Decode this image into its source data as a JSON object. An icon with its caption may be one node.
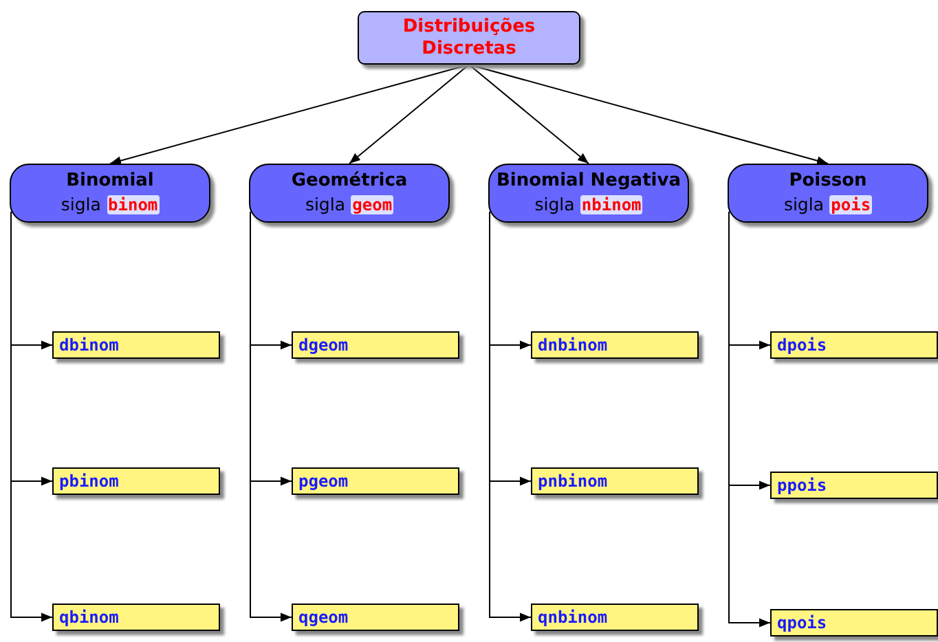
{
  "diagram": {
    "nodes": [
      {
        "text": [
          "Distribuições Discretas"
        ]
      },
      {
        "text": [
          "Binomial",
          "sigla",
          "binom"
        ]
      },
      {
        "text": [
          "Geométrica",
          "sigla",
          "geom"
        ]
      },
      {
        "text": [
          "Binomial Negativa",
          "sigla",
          "nbinom"
        ]
      },
      {
        "text": [
          "Poisson",
          "sigla",
          "pois"
        ]
      },
      {
        "text": [
          "dbinom"
        ]
      },
      {
        "text": [
          "dgeom"
        ]
      },
      {
        "text": [
          "dnbinom"
        ]
      },
      {
        "text": [
          "dpois"
        ]
      },
      {
        "text": [
          "pbinom"
        ]
      },
      {
        "text": [
          "pgeom"
        ]
      },
      {
        "text": [
          "pnbinom"
        ]
      },
      {
        "text": [
          "ppois"
        ]
      },
      {
        "text": [
          "qbinom"
        ]
      },
      {
        "text": [
          "qgeom"
        ]
      },
      {
        "text": [
          "qnbinom"
        ]
      },
      {
        "text": [
          "qpois"
        ]
      }
    ],
    "edges": [
      {
        "from": 0,
        "to": 1,
        "arrow": "to"
      },
      {
        "from": 0,
        "to": 2,
        "arrow": "to"
      },
      {
        "from": 0,
        "to": 3,
        "arrow": "to"
      },
      {
        "from": 0,
        "to": 4,
        "arrow": "to"
      },
      {
        "from": 1,
        "to": 5,
        "arrow": "to"
      },
      {
        "from": 1,
        "to": 9,
        "arrow": "to"
      },
      {
        "from": 1,
        "to": 13,
        "arrow": "to"
      },
      {
        "from": 2,
        "to": 6,
        "arrow": "to"
      },
      {
        "from": 2,
        "to": 10,
        "arrow": "to"
      },
      {
        "from": 2,
        "to": 14,
        "arrow": "to"
      },
      {
        "from": 3,
        "to": 7,
        "arrow": "to"
      },
      {
        "from": 3,
        "to": 11,
        "arrow": "to"
      },
      {
        "from": 3,
        "to": 15,
        "arrow": "to"
      },
      {
        "from": 4,
        "to": 8,
        "arrow": "to"
      },
      {
        "from": 4,
        "to": 12,
        "arrow": "to"
      },
      {
        "from": 4,
        "to": 16,
        "arrow": "to"
      }
    ]
  }
}
